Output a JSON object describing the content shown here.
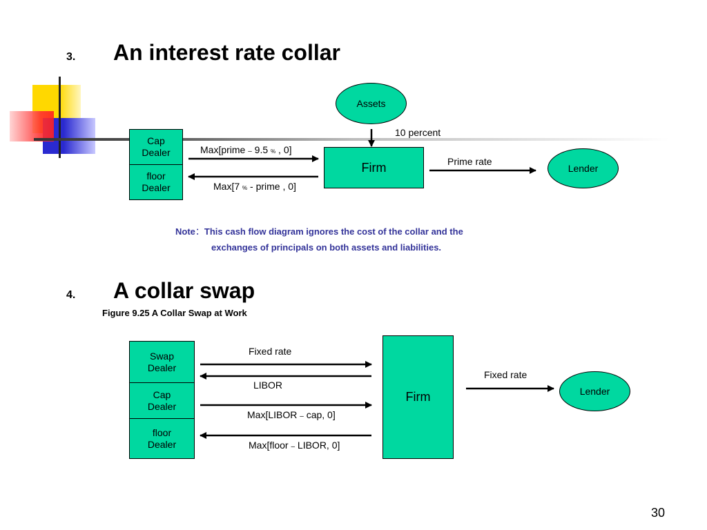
{
  "section3": {
    "number": "3.",
    "title": "An interest rate collar"
  },
  "diagram1": {
    "assets": "Assets",
    "cap_dealer": [
      "Cap",
      "Dealer"
    ],
    "floor_dealer": [
      "floor",
      "Dealer"
    ],
    "firm": "Firm",
    "lender": "Lender",
    "ten_percent": "10 percent",
    "max_prime_a": "Max[prime ",
    "max_prime_dash": "–",
    "max_prime_b": " 9.5 ",
    "max_prime_pct": "%",
    "max_prime_c": " , 0]",
    "max7_a": "Max[7 ",
    "max7_pct": "%",
    "max7_b": "  - prime , 0]",
    "prime_rate": "Prime rate"
  },
  "note": {
    "label": "Note",
    "colon": "：",
    "line1": "This cash flow diagram ignores the cost of the collar and the",
    "line2": "exchanges of principals on both assets and liabilities."
  },
  "section4": {
    "number": "4.",
    "title": "A collar swap",
    "figure_caption": "Figure 9.25 A Collar Swap at Work"
  },
  "diagram2": {
    "swap_dealer": [
      "Swap",
      "Dealer"
    ],
    "cap_dealer": [
      "Cap",
      "Dealer"
    ],
    "floor_dealer": [
      "floor",
      "Dealer"
    ],
    "firm": "Firm",
    "lender": "Lender",
    "fixed_rate_1": "Fixed rate",
    "libor": "LIBOR",
    "max_libor_a": "Max[LIBOR ",
    "max_libor_dash": "–",
    "max_libor_b": " cap, 0]",
    "max_floor_a": "Max[floor ",
    "max_floor_dash": "–",
    "max_floor_b": " LIBOR, 0]",
    "fixed_rate_2": "Fixed rate"
  },
  "page_number": "30",
  "colors": {
    "box_fill": "#00d8a0",
    "note_text": "#333399",
    "logo_yellow": "#ffd800",
    "logo_red": "#ff2020",
    "logo_blue": "#2a2ad0"
  }
}
